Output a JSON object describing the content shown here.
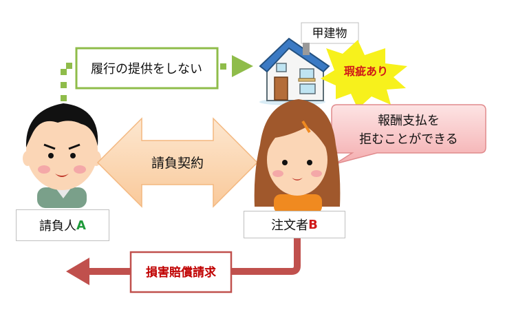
{
  "nodes": {
    "building": "甲建物",
    "defect": "瑕疵あり",
    "not_performing": "履行の提供をしない",
    "contract": "請負契約",
    "payment_line1": "報酬支払を",
    "payment_line2": "拒むことができる",
    "contractor_name": "請負人",
    "contractor_letter": "A",
    "client_name": "注文者",
    "client_letter": "B",
    "damages": "損害賠償請求"
  },
  "colors": {
    "green_accent": "#8fbc4a",
    "red_arrow": "#c0504d",
    "damages_text": "#c00000",
    "defect_burst": "#f7f11c",
    "contract_arrow": "#fcd8b4",
    "speech_bubble": "#f7c5c6"
  }
}
